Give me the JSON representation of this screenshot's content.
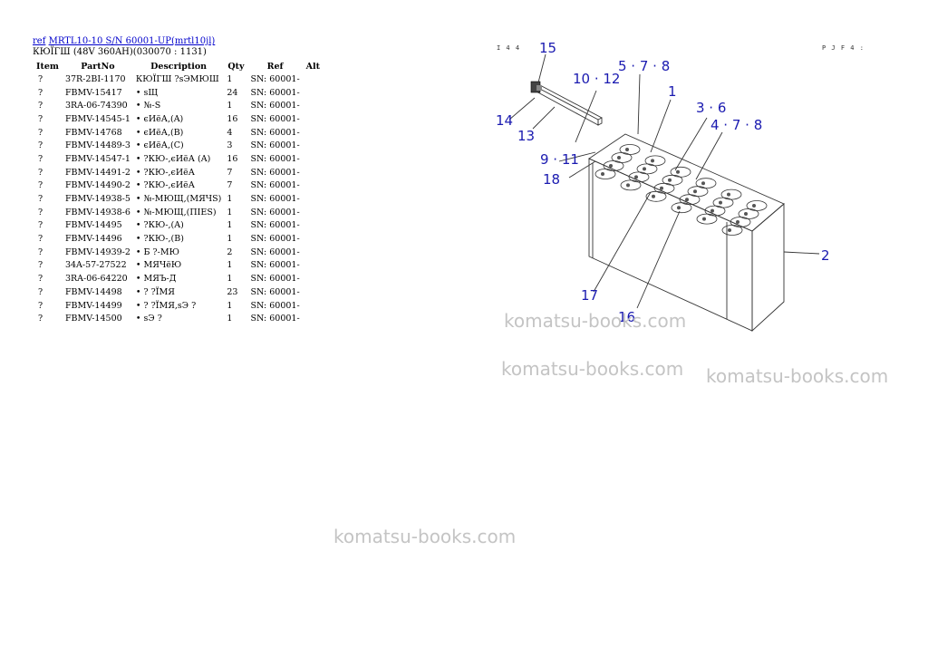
{
  "header": {
    "ref_link": "ref",
    "model_link": "MRTL10-10 S/N 60001-UP(mrtl10jl)",
    "subtitle": "КЮЇГШ (48V 360AH)(030070 : 1131)"
  },
  "table": {
    "columns": [
      "Item",
      "PartNo",
      "Description",
      "Qty",
      "Ref",
      "Alt"
    ],
    "rows": [
      {
        "item": "?",
        "part": "37R-2BI-1170",
        "desc": "КЮЇГШ ?sЭМЮШ",
        "qty": "1",
        "ref": "SN: 60001-",
        "alt": ""
      },
      {
        "item": "?",
        "part": "FBMV-15417",
        "desc": "• sЩ",
        "qty": "24",
        "ref": "SN: 60001-",
        "alt": ""
      },
      {
        "item": "?",
        "part": "3RA-06-74390",
        "desc": "• №-S",
        "qty": "1",
        "ref": "SN: 60001-",
        "alt": ""
      },
      {
        "item": "?",
        "part": "FBMV-14545-1",
        "desc": "• єИёА,(A)",
        "qty": "16",
        "ref": "SN: 60001-",
        "alt": ""
      },
      {
        "item": "?",
        "part": "FBMV-14768",
        "desc": "• єИёА,(B)",
        "qty": "4",
        "ref": "SN: 60001-",
        "alt": ""
      },
      {
        "item": "?",
        "part": "FBMV-14489-3",
        "desc": "• єИёА,(C)",
        "qty": "3",
        "ref": "SN: 60001-",
        "alt": ""
      },
      {
        "item": "?",
        "part": "FBMV-14547-1",
        "desc": "• ?КЮ-,єИёА (A)",
        "qty": "16",
        "ref": "SN: 60001-",
        "alt": ""
      },
      {
        "item": "?",
        "part": "FBMV-14491-2",
        "desc": "• ?КЮ-,єИёА",
        "qty": "7",
        "ref": "SN: 60001-",
        "alt": ""
      },
      {
        "item": "?",
        "part": "FBMV-14490-2",
        "desc": "• ?КЮ-,єИёА",
        "qty": "7",
        "ref": "SN: 60001-",
        "alt": ""
      },
      {
        "item": "?",
        "part": "FBMV-14938-5",
        "desc": "• №-МЮЩ,(МЯЧS)",
        "qty": "1",
        "ref": "SN: 60001-",
        "alt": ""
      },
      {
        "item": "?",
        "part": "FBMV-14938-6",
        "desc": "• №-МЮЩ,(ПIЕS)",
        "qty": "1",
        "ref": "SN: 60001-",
        "alt": ""
      },
      {
        "item": "?",
        "part": "FBMV-14495",
        "desc": "• ?КЮ-,(A)",
        "qty": "1",
        "ref": "SN: 60001-",
        "alt": ""
      },
      {
        "item": "?",
        "part": "FBMV-14496",
        "desc": "• ?КЮ-,(B)",
        "qty": "1",
        "ref": "SN: 60001-",
        "alt": ""
      },
      {
        "item": "?",
        "part": "FBMV-14939-2",
        "desc": "• Б ?-МЮ",
        "qty": "2",
        "ref": "SN: 60001-",
        "alt": ""
      },
      {
        "item": "?",
        "part": "34A-57-27522",
        "desc": "• МЯЧёЮ",
        "qty": "1",
        "ref": "SN: 60001-",
        "alt": ""
      },
      {
        "item": "?",
        "part": "3RA-06-64220",
        "desc": "• МЯЪ-Д",
        "qty": "1",
        "ref": "SN: 60001-",
        "alt": ""
      },
      {
        "item": "?",
        "part": "FBMV-14498",
        "desc": "• ? ?ЇМЯ",
        "qty": "23",
        "ref": "SN: 60001-",
        "alt": ""
      },
      {
        "item": "?",
        "part": "FBMV-14499",
        "desc": "• ? ?ЇМЯ,sЭ ?",
        "qty": "1",
        "ref": "SN: 60001-",
        "alt": ""
      },
      {
        "item": "?",
        "part": "FBMV-14500",
        "desc": "• sЭ ?",
        "qty": "1",
        "ref": "SN: 60001-",
        "alt": ""
      }
    ]
  },
  "diagram": {
    "labels": [
      "15",
      "10 · 12",
      "5 · 7 · 8",
      "1",
      "3 · 6",
      "4 · 7 · 8",
      "14",
      "13",
      "9 · 11",
      "18",
      "2",
      "17",
      "16"
    ],
    "corner_code_left": "I 4 4",
    "corner_code_right": "P J F 4 :"
  },
  "watermarks": [
    "komatsu-books.com",
    "komatsu-books.com",
    "komatsu-books.com",
    "komatsu-books.com"
  ],
  "colors": {
    "link": "#0000cc",
    "callout": "#1a1ab0",
    "watermark": "#c4c4c4"
  }
}
